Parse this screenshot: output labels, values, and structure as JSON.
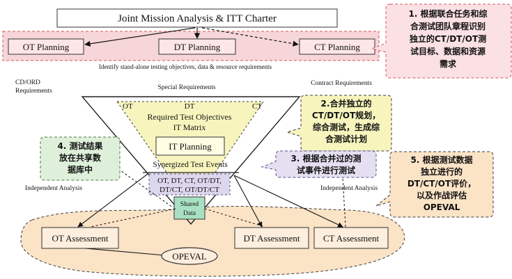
{
  "top_box": "Joint Mission Analysis & ITT Charter",
  "planning": {
    "ot": "OT Planning",
    "dt": "DT Planning",
    "ct": "CT Planning"
  },
  "identify_text": "Identify stand-alone testing objectives, data & resource requirements",
  "left_requirements": [
    "CD/ORD",
    "Requirements"
  ],
  "special_requirements": "Special Requirements",
  "contract_requirements": "Contract Requirements",
  "funnel_labels": {
    "ot": "OT",
    "dt": "DT",
    "ct": "CT"
  },
  "required_objectives": "Required Test Objectives",
  "it_matrix": "IT Matrix",
  "it_planning": "IT Planning",
  "synergized": "Synergized Test Events",
  "events_box": [
    "OT, DT, CT, OT/DT,",
    "DT/CT, OT/DT/CT"
  ],
  "shared_data": [
    "Shared",
    "Data"
  ],
  "independent_left": "Independent Analysis",
  "independent_right": "Independent Analysis",
  "assessments": {
    "ot": "OT Assessment",
    "dt": "DT Assessment",
    "ct": "CT Assessment"
  },
  "opeval": "OPEVAL",
  "callouts": {
    "c1": [
      "1. 根据联合任务和综",
      "合测试团队章程识别",
      "独立的CT/DT/OT测",
      "试目标、数据和资源",
      "需求"
    ],
    "c2": [
      "2.合并独立的",
      "CT/DT/OT规划，",
      "综合测试，生成综",
      "合测试计划"
    ],
    "c3": [
      "3. 根据合并过的测",
      "试事件进行测试"
    ],
    "c4": [
      "4. 测试结果",
      "放在共享数",
      "据库中"
    ],
    "c5": [
      "5. 根据测试数据",
      "独立进行的",
      "DT/CT/OT评价，",
      "以及作战评估",
      "OPEVAL"
    ]
  },
  "colors": {
    "pink_band": "#f6d6d8",
    "pink_callout": "#fbe1e4",
    "yellow": "#f7f5bd",
    "orange": "#fbe3c6",
    "blue_callout": "#e5e0f1",
    "green_callout": "#def0da",
    "shared_green": "#a9e0c3",
    "events_purple": "#ddd7ee",
    "dashed_red": "#d2545c",
    "dashed_dark": "#3c3c3c"
  }
}
